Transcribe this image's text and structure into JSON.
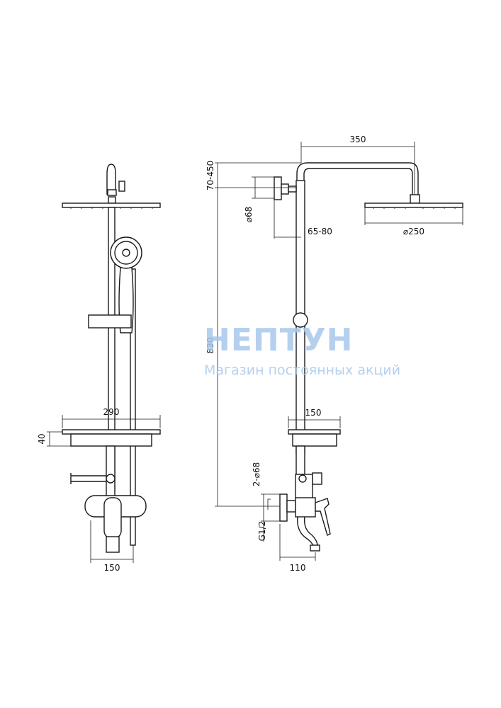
{
  "watermark": {
    "brand": "НЕПТУН",
    "tagline": "Магазин постоянных акций"
  },
  "dimensions": {
    "front_width_shelf": "290",
    "front_shelf_height": "40",
    "front_mixer_width": "150",
    "arm_length": "350",
    "arm_height_range": "70-450",
    "wall_flange_dia": "⌀68",
    "wall_offset": "65-80",
    "head_dia": "⌀250",
    "total_height": "830",
    "side_shelf_width": "150",
    "mixer_flange": "2-⌀68",
    "thread": "G1/2",
    "spout_reach": "110"
  }
}
